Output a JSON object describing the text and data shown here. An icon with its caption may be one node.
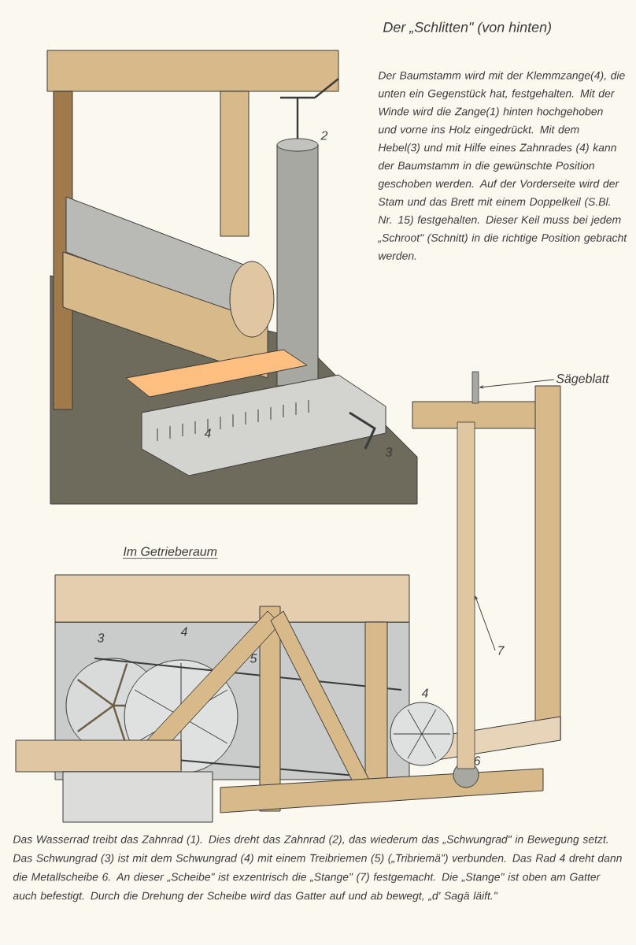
{
  "diagram": {
    "title": "Der „Schlitten\" (von hinten)",
    "nodes": [
      {
        "text": [
          "Sägeblatt"
        ]
      },
      {
        "text": [],
        "shape": "bar"
      },
      {
        "text": [
          "7"
        ]
      },
      {
        "text": [],
        "shape": "bar"
      }
    ],
    "edges": [
      {
        "from": 0,
        "to": 1,
        "arrow": "to"
      },
      {
        "from": 2,
        "to": 3,
        "arrow": "to"
      }
    ],
    "labels": [
      "Der Baumstamm wird mit der Klemmzange(4), die unten ein Gegenstück hat, festgehalten. Mit der Winde wird die Zange(1) hinten hochgehoben und vorne ins Holz eingedrückt. Mit dem Hebel(3) und mit Hilfe eines Zahnrades (4) kann der Baumstamm in die gewünschte Position geschoben werden. Auf der Vorderseite wird der Stam und das Brett mit einem Doppelkeil (S.Bl. Nr. 15) festgehalten. Dieser Keil muss bei jedem „Schroot\" (Schnitt) in die richtige Position gebracht werden.",
      "2",
      "4",
      "3",
      "Im Getrieberaum",
      "3",
      "4",
      "5",
      "4",
      "6",
      "Das Wasserrad treibt das Zahnrad (1). Dies dreht das Zahnrad (2), das wiederum das „Schwungrad\" in Bewegung setzt. Das Schwungrad (3) ist mit dem Schwungrad (4) mit einem Treibriemen (5) („Tribriemä\") verbunden. Das Rad 4 dreht dann die Metallscheibe 6. An dieser „Scheibe\" ist exzentrisch die „Stange\" (7) festgemacht. Die „Stange\" ist oben am Gatter auch befestigt. Durch die Drehung der Scheibe wird das Gatter auf und ab bewegt, „d' Sagä läift.\""
    ]
  }
}
